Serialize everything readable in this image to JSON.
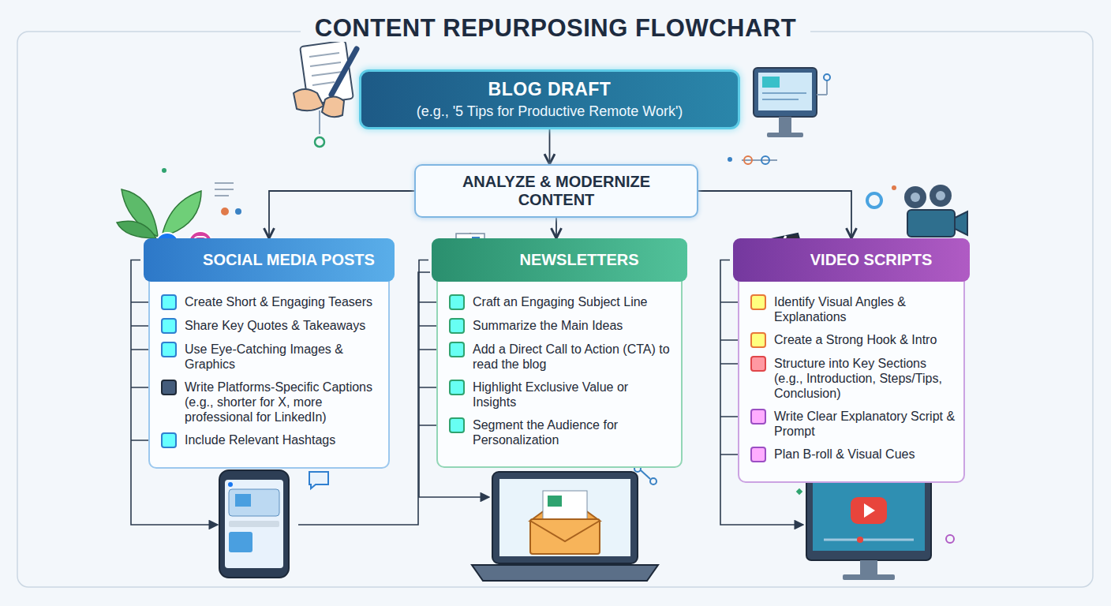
{
  "diagram": {
    "title": "CONTENT REPURPOSING FLOWCHART",
    "nodes": [
      {
        "text": [
          "BLOG DRAFT",
          "(e.g., '5 Tips for Productive Remote Work')"
        ]
      },
      {
        "text": [
          "ANALYZE & MODERNIZE CONTENT"
        ]
      },
      {
        "text": [
          "SOCIAL MEDIA POSTS",
          "Create Short & Engaging Teasers",
          "Share Key Quotes & Takeaways",
          "Use Eye-Catching Images & Graphics",
          "Write Platforms-Specific Captions (e.g., shorter for X, more professional for LinkedIn)",
          "Include Relevant Hashtags"
        ]
      },
      {
        "text": [
          "NEWSLETTERS",
          "Craft an Engaging Subject Line",
          "Summarize the Main Ideas",
          "Add a Direct Call to Action (CTA) to read the blog",
          "Highlight Exclusive Value or Insights",
          "Segment the Audience for Personalization"
        ]
      },
      {
        "text": [
          "VIDEO SCRIPTS",
          "Identify Visual Angles & Explanations",
          "Create a Strong Hook & Intro",
          "Structure into Key Sections (e.g., Introduction, Steps/Tips, Conclusion)",
          "Write Clear Explanatory Script & Prompt",
          "Plan B-roll & Visual Cues"
        ]
      }
    ],
    "edges": [
      {
        "from": 0,
        "to": 1,
        "arrow": "to"
      },
      {
        "from": 1,
        "to": 2,
        "arrow": "to"
      },
      {
        "from": 1,
        "to": 3,
        "arrow": "to"
      },
      {
        "from": 1,
        "to": 4,
        "arrow": "to"
      }
    ]
  }
}
